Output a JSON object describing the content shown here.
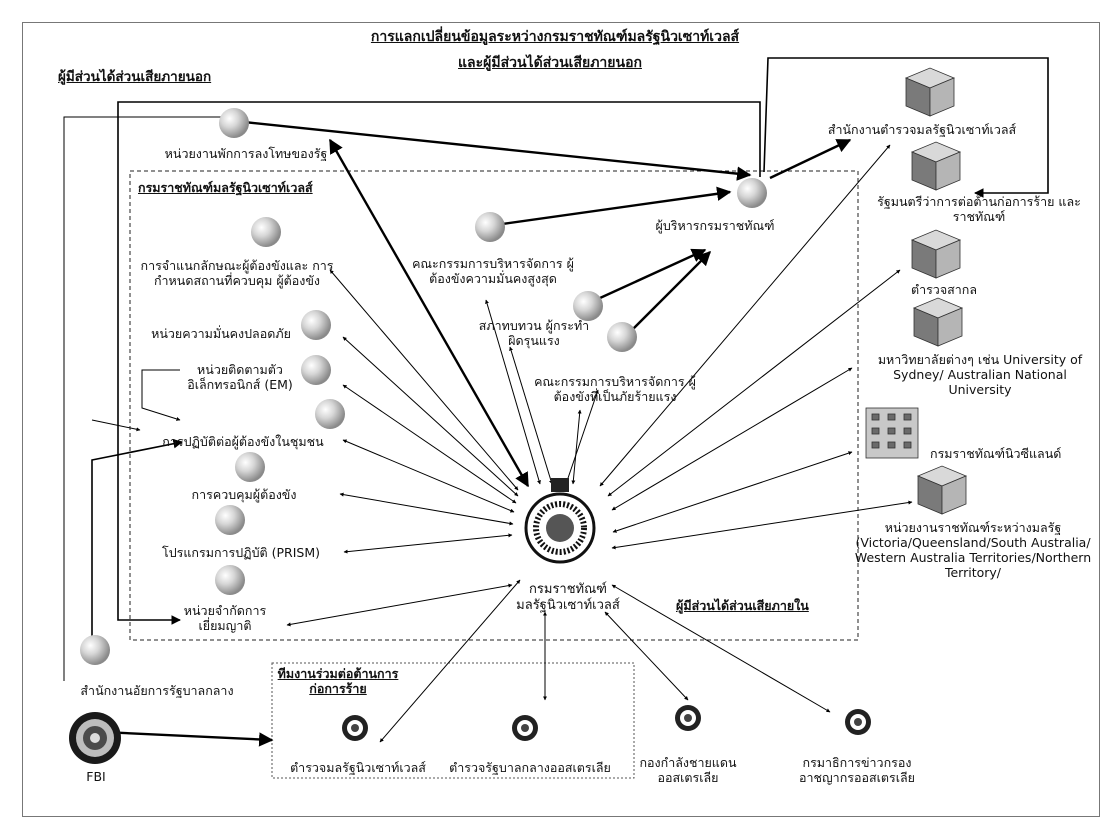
{
  "title": {
    "line1": "การแลกเปลี่ยนข้อมูลระหว่างกรมราชทัณฑ์มลรัฐนิวเซาท์เวลส์",
    "line2": "และผู้มีส่วนได้ส่วนเสียภายนอก"
  },
  "sections": {
    "external": "ผู้มีส่วนได้ส่วนเสียภายนอก",
    "department": "กรมราชทัณฑ์มลรัฐนิวเซาท์เวลส์",
    "internal": "ผู้มีส่วนได้ส่วนเสียภายใน",
    "terrorism_team": "ทีมงานร่วมต่อต้านการก่อการร้าย"
  },
  "hub": {
    "label_line1": "กรมราชทัณฑ์",
    "label_line2": "มลรัฐนิวเซาท์เวลส์"
  },
  "internal_units": {
    "parole": "หน่วยงานพักการลงโทษของรัฐ",
    "classification": "การจำแนกลักษณะผู้ต้องขังและ การกำหนดสถานที่ควบคุม ผู้ต้องขัง",
    "security": "หน่วยความมั่นคงปลอดภัย",
    "em": "หน่วยติดตามตัว อิเล็กทรอนิกส์ (EM)",
    "community": "การปฏิบัติต่อผู้ต้องขังในชุมชน",
    "custody": "การควบคุมผู้ต้องขัง",
    "prism": "โปรแกรมการปฏิบัติ (PRISM)",
    "visits": "หน่วยจำกัดการ เยี่ยมญาติ",
    "hr_committee": "คณะกรรมการบริหารจัดการ ผู้ต้องขังความมั่นคงสูงสุด",
    "executive": "ผู้บริหารกรมราชทัณฑ์",
    "violent_review": "สภาทบทวน ผู้กระทำผิดรุนแรง",
    "ht_committee": "คณะกรรมการบริหารจัดการ ผู้ต้องขังที่เป็นภัยร้ายแรง"
  },
  "external_units": {
    "nsw_police_office": "สำนักงานตำรวจมลรัฐนิวเซาท์เวลส์",
    "minister": "รัฐมนตรีว่าการต่อต้านก่อการร้าย และราชทัณฑ์",
    "interpol": "ตำรวจสากล",
    "universities": "มหาวิทยาลัยต่างๆ เช่น University of Sydney/ Australian National University",
    "nz_corrections": "กรมราชทัณฑ์นิวซีแลนด์",
    "interstate": "หน่วยงานราชทัณฑ์ระหว่างมลรัฐ (Victoria/Queensland/South Australia/ Western Australia Territories/Northern Territory/",
    "prosecutor": "สำนักงานอัยการรัฐบาลกลาง",
    "fbi": "FBI",
    "nsw_police": "ตำรวจมลรัฐนิวเซาท์เวลส์",
    "afp": "ตำรวจรัฐบาลกลางออสเตรเลีย",
    "border_force": "กองกำลังชายแดน ออสเตรเลีย",
    "asio": "กรมาธิการข่าวกรอง อาชญากรออสเตรเลีย"
  },
  "icons": [
    "sphere-icon",
    "building-icon",
    "tower-icon",
    "police-badge-icon",
    "fbi-seal-icon",
    "crest-icon"
  ]
}
